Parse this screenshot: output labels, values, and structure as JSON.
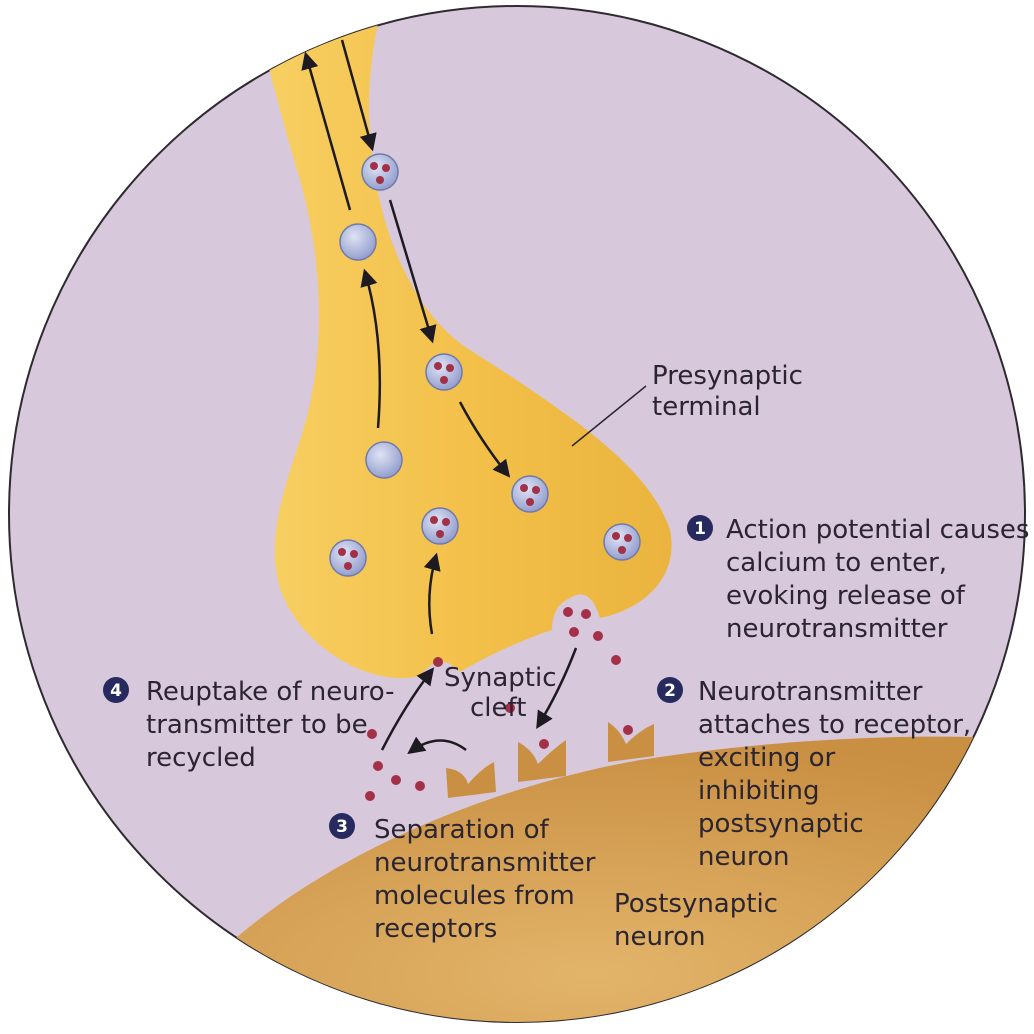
{
  "labels": {
    "presynaptic": [
      "Presynaptic",
      "terminal"
    ],
    "synaptic_cleft": [
      "Synaptic",
      "cleft"
    ],
    "postsynaptic": [
      "Postsynaptic",
      "neuron"
    ]
  },
  "steps": [
    {
      "number": "1",
      "lines": [
        "Action potential causes",
        "calcium to enter,",
        "evoking release of",
        "neurotransmitter"
      ]
    },
    {
      "number": "2",
      "lines": [
        "Neurotransmitter",
        "attaches to receptor,",
        "exciting or",
        "inhibiting",
        "postsynaptic",
        "neuron"
      ]
    },
    {
      "number": "3",
      "lines": [
        "Separation of",
        "neurotransmitter",
        "molecules from",
        "receptors"
      ]
    },
    {
      "number": "4",
      "lines": [
        "Reuptake of neuro-",
        "transmitter to be",
        "recycled"
      ]
    }
  ],
  "colors": {
    "background": "#d8c8dc",
    "terminal": "#f3c34c",
    "postsynaptic": "#d4a052",
    "vesicle": "#b4bee0",
    "molecule": "#a23048",
    "badge": "#262a5e",
    "text": "#2a2530"
  }
}
